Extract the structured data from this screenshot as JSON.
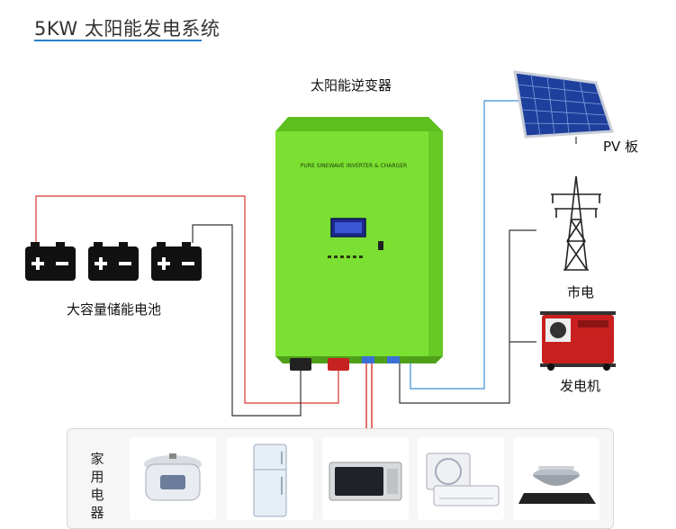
{
  "title": "5KW 太阳能发电系统",
  "inverter": {
    "label": "太阳能逆变器",
    "panel_text": "PURE SINEWAVE INVERTER & CHARGER",
    "body_color": "#7be032"
  },
  "battery": {
    "label": "大容量储能电池",
    "count": 3
  },
  "pv": {
    "label": "PV 板"
  },
  "grid": {
    "label": "市电"
  },
  "generator": {
    "label": "发电机"
  },
  "appliances": {
    "label": "家用电器",
    "items": [
      "rice-cooker",
      "refrigerator",
      "microwave",
      "air-conditioner",
      "induction-cooker"
    ]
  },
  "colors": {
    "accent": "#2a7fd0",
    "wire_red": "#d9342b",
    "wire_dark": "#333333",
    "wire_blue": "#3a8fd8"
  }
}
